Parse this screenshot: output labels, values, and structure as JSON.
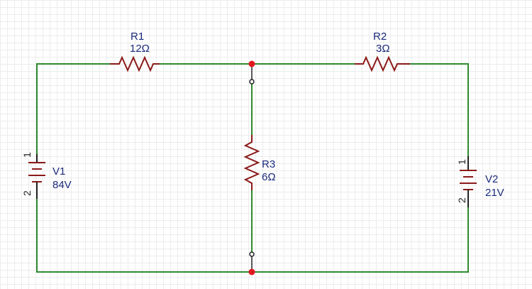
{
  "colors": {
    "wire": "#2e8b2e",
    "resistor": "#8b1a1a",
    "battery_terminal": "#8b1a1a",
    "junction": "#e0191f",
    "label": "#1a2a7a",
    "grid": "#ececec"
  },
  "components": {
    "r1": {
      "name": "R1",
      "value": "12Ω"
    },
    "r2": {
      "name": "R2",
      "value": "3Ω"
    },
    "r3": {
      "name": "R3",
      "value": "6Ω"
    },
    "v1": {
      "name": "V1",
      "value": "84V",
      "pin_top": "1",
      "pin_bottom": "2"
    },
    "v2": {
      "name": "V2",
      "value": "21V",
      "pin_top": "1",
      "pin_bottom": "2"
    }
  }
}
